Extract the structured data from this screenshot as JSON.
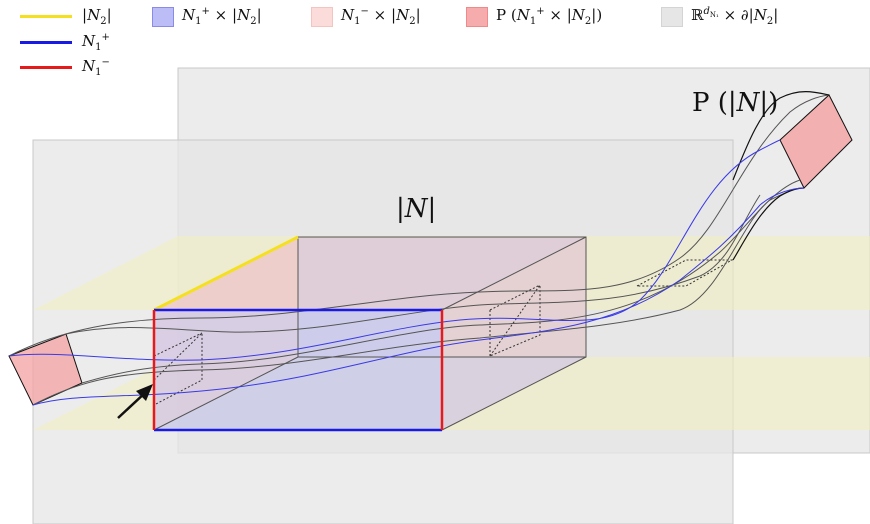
{
  "legend": {
    "n2": {
      "pre": "|",
      "italic": "N",
      "sub": "2",
      "post": "|"
    },
    "n1_plus": {
      "italic": "N",
      "sub": "1",
      "sup": "+"
    },
    "n1_minus": {
      "italic": "N",
      "sub": "1",
      "sup": "−"
    },
    "blue_box": {
      "italic1": "N",
      "sub1": "1",
      "sup1": "+",
      "mid": " × |",
      "italic2": "N",
      "sub2": "2",
      "post": "|"
    },
    "pink_box": {
      "italic1": "N",
      "sub1": "1",
      "sup1": "−",
      "mid": " × |",
      "italic2": "N",
      "sub2": "2",
      "post": "|"
    },
    "red_box": {
      "pre": "P (",
      "italic1": "N",
      "sub1": "1",
      "sup1": "+",
      "mid": " × |",
      "italic2": "N",
      "sub2": "2",
      "post": "|)"
    },
    "gray_box": {
      "pre": "ℝ",
      "sup": "d",
      "supsub": "N₁",
      "mid": " × ∂|",
      "italic2": "N",
      "sub2": "2",
      "post": "|"
    }
  },
  "labels": {
    "n_abs": {
      "pre": "|",
      "italic": "N",
      "post": "|"
    },
    "p_n": {
      "pre": "P (|",
      "italic": "N",
      "post": "|)"
    }
  },
  "colors": {
    "n2_line": "#f5e020",
    "n1_plus_line": "#1a1ae6",
    "n1_minus_line": "#e61a1a",
    "blue_fill": "#b3b3f5",
    "pink_fill": "#fad7d5",
    "red_fill": "#f5a3a3",
    "gray_fill": "#e0e0e0",
    "yellow_band": "#f5f2c6"
  }
}
